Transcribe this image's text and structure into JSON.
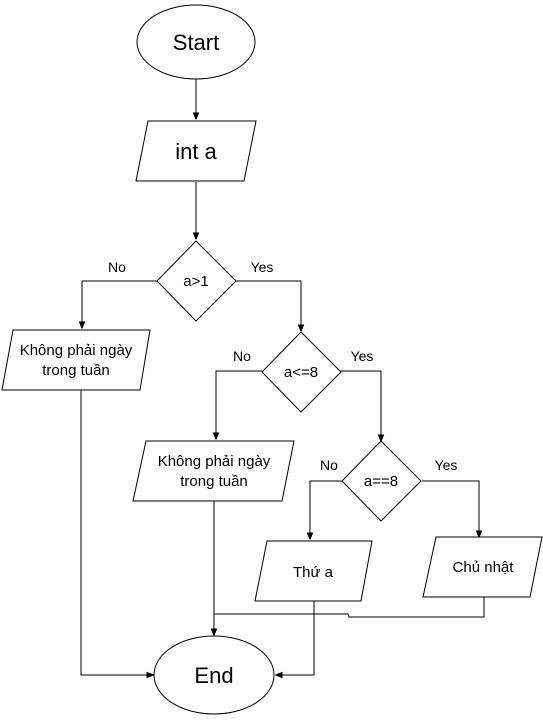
{
  "diagram": {
    "nodes": {
      "start": {
        "label": "Start"
      },
      "input": {
        "label": "int a"
      },
      "cond1": {
        "label": "a>1"
      },
      "out1": {
        "line1": "Không phải ngày",
        "line2": "trong tuần"
      },
      "cond2": {
        "label": "a<=8"
      },
      "out2": {
        "line1": "Không phải ngày",
        "line2": "trong tuần"
      },
      "cond3": {
        "label": "a==8"
      },
      "out3": {
        "label": "Thứ a"
      },
      "out4": {
        "label": "Chủ nhật"
      },
      "end": {
        "label": "End"
      }
    },
    "edge_labels": {
      "cond1_no": "No",
      "cond1_yes": "Yes",
      "cond2_no": "No",
      "cond2_yes": "Yes",
      "cond3_no": "No",
      "cond3_yes": "Yes"
    },
    "colors": {
      "stroke": "#000000",
      "fill": "#ffffff"
    }
  }
}
